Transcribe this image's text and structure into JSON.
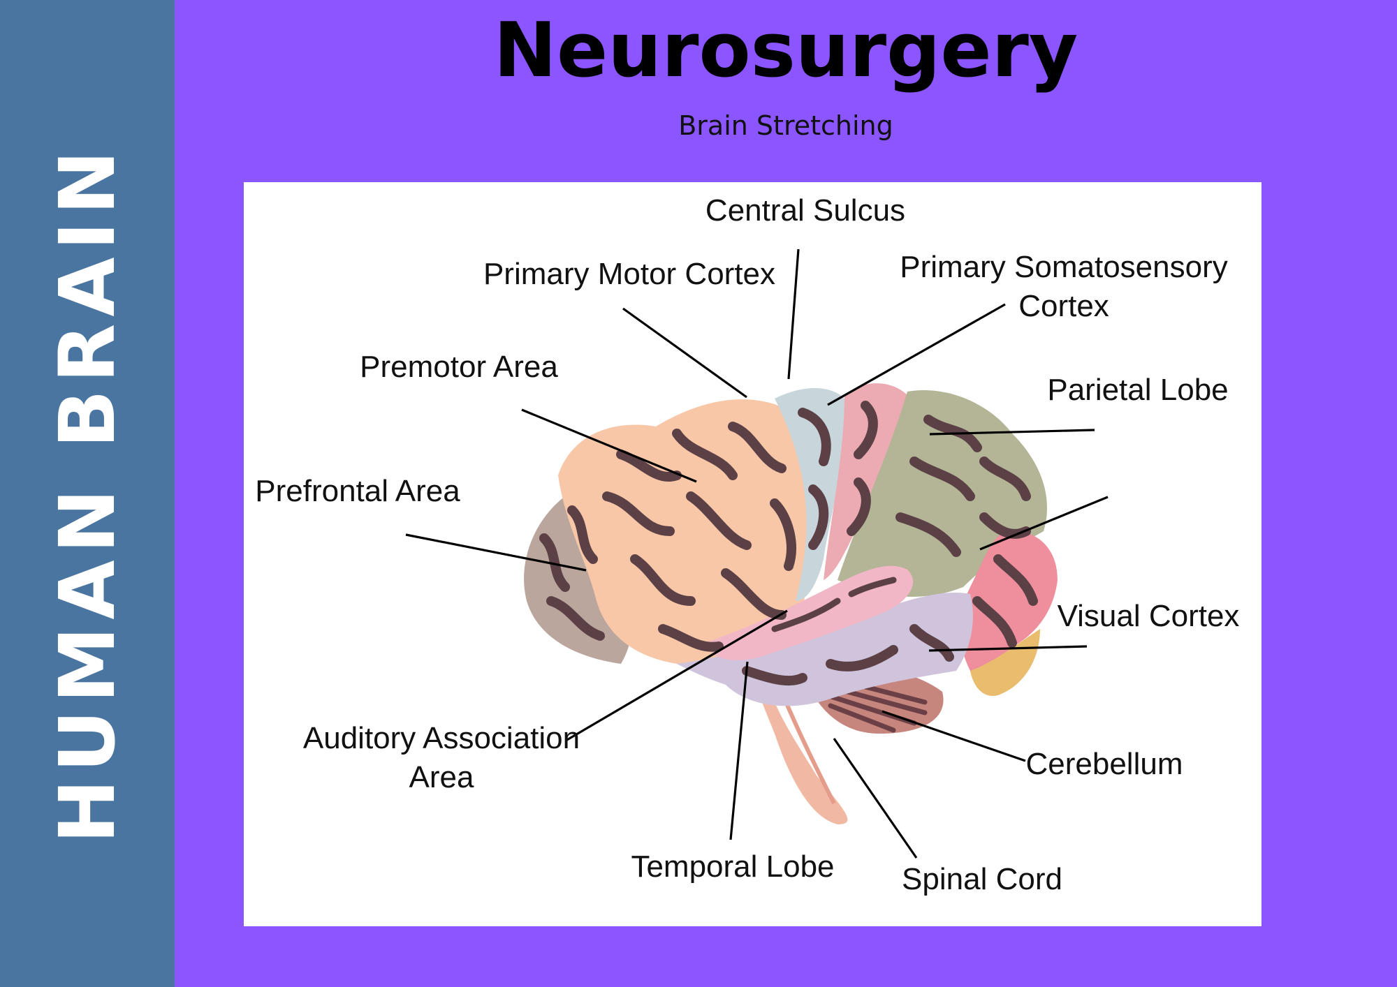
{
  "sidebar": {
    "title": "HUMAN BRAIN",
    "color": "#4a75a0"
  },
  "header": {
    "title": "Neurosurgery",
    "subtitle": "Brain Stretching"
  },
  "background_color": "#8b55ff",
  "diagram": {
    "labels": {
      "central_sulcus": "Central Sulcus",
      "primary_motor_cortex": "Primary Motor Cortex",
      "primary_somatosensory_line1": "Primary Somatosensory",
      "primary_somatosensory_line2": "Cortex",
      "premotor_area": "Premotor Area",
      "parietal_lobe": "Parietal Lobe",
      "prefrontal_area": "Prefrontal Area",
      "visual_cortex": "Visual Cortex",
      "auditory_line1": "Auditory Association",
      "auditory_line2": "Area",
      "cerebellum": "Cerebellum",
      "temporal_lobe": "Temporal Lobe",
      "spinal_cord": "Spinal Cord"
    },
    "region_colors": {
      "prefrontal": "#bba69d",
      "premotor": "#f8c7a7",
      "primary_motor": "#c8d6dc",
      "somatosensory": "#ecaab3",
      "parietal": "#b3b596",
      "occipital": "#ef8e9c",
      "visual": "#e9bc6e",
      "temporal": "#cfc4dc",
      "auditory": "#f2b7c6",
      "cerebellum": "#c6867d",
      "brainstem": "#f1b9a4"
    }
  }
}
